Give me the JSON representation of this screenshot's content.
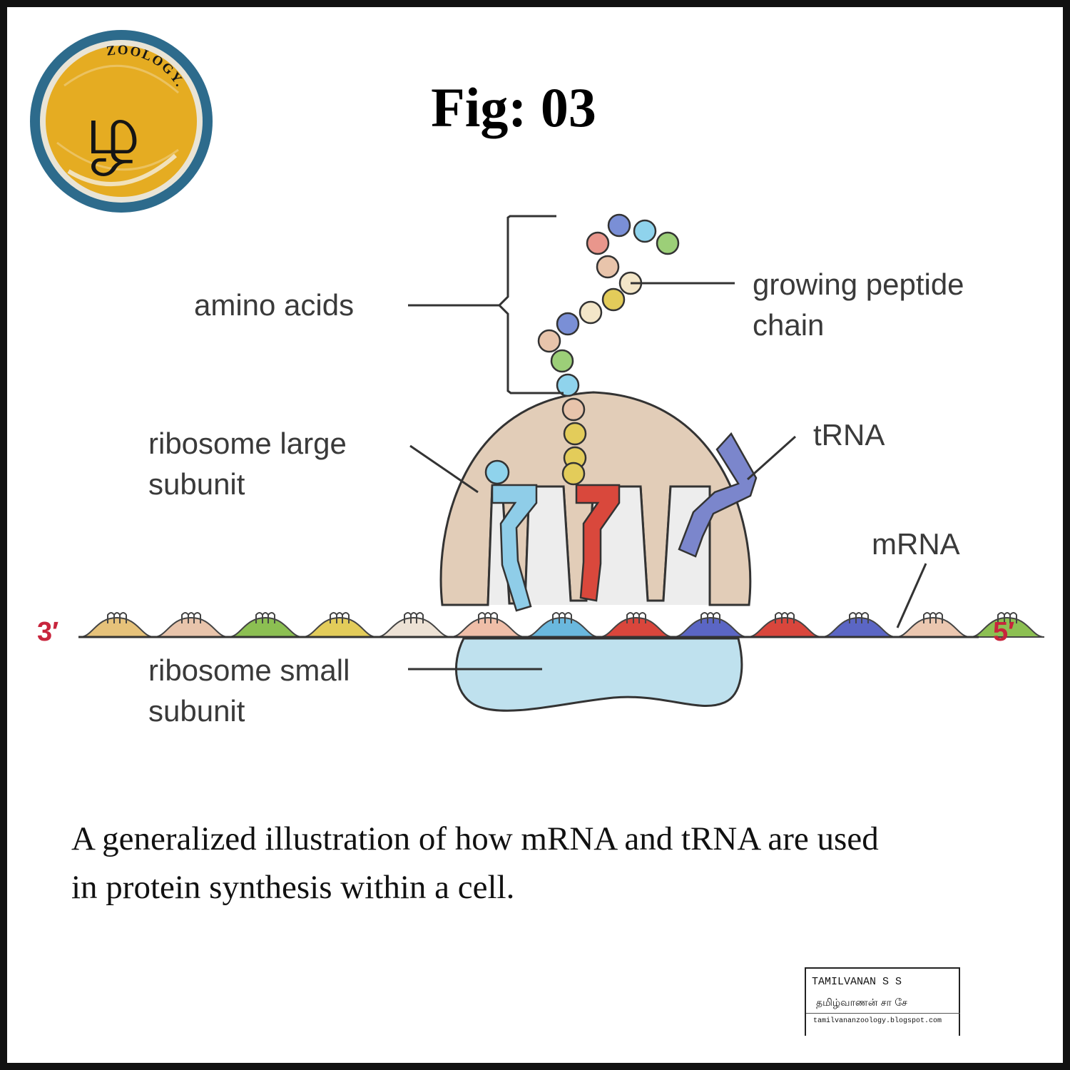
{
  "figure": {
    "title": "Fig: 03"
  },
  "logo": {
    "text": "ZOOLOGY.",
    "glyph": "ழ"
  },
  "labels": {
    "amino_acids": "amino acids",
    "growing_peptide_line1": "growing peptide",
    "growing_peptide_line2": "chain",
    "ribosome_large_line1": "ribosome large",
    "ribosome_large_line2": "subunit",
    "trna": "tRNA",
    "mrna": "mRNA",
    "ribosome_small_line1": "ribosome small",
    "ribosome_small_line2": "subunit",
    "end_3": "3′",
    "end_5": "5′"
  },
  "caption": {
    "line1": "A generalized illustration of how mRNA and tRNA are used",
    "line2": "in protein synthesis within a cell."
  },
  "credit": {
    "name": "TAMILVANAN S S",
    "tamil_name": "தமிழ்வாணன் சா சே",
    "url": "tamilvananzoology.blogspot.com"
  },
  "colors": {
    "large_subunit": "#e2cdb8",
    "small_subunit": "#bfe1ee",
    "label_text": "#3a3a3a",
    "strand_end": "#c8243c",
    "logo_ring": "#2d6b8c",
    "logo_fill": "#e5ac22"
  }
}
